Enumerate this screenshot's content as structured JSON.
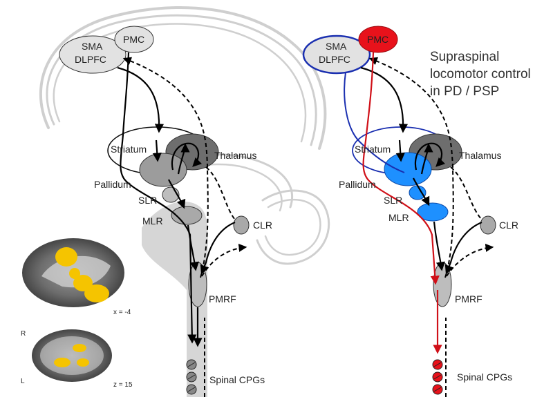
{
  "title": {
    "line1": "Supraspinal",
    "line2": "locomotor control",
    "line3": "in PD / PSP"
  },
  "labels": {
    "pmc": "PMC",
    "sma": "SMA",
    "dlpfc": "DLPFC",
    "striatum": "Striatum",
    "thalamus": "Thalamus",
    "pallidum": "Pallidum",
    "slr": "SLR",
    "mlr": "MLR",
    "clr": "CLR",
    "pmrf": "PMRF",
    "spinal": "Spinal CPGs"
  },
  "brain_images": {
    "sagittal_coord": "x = -4",
    "axial_coord": "z = 15",
    "right_marker": "R",
    "left_marker": "L"
  },
  "colors": {
    "normal_node": "#dcdcdc",
    "pd_node_blue": "#1e90ff",
    "pd_outline_blue": "#1a2fb0",
    "pmc_red": "#e8121b",
    "pathway_red": "#d01018",
    "thalamus_dark": "#6e6e6e",
    "brain_outline": "#cfcfcf",
    "activation": "#f5c400"
  }
}
